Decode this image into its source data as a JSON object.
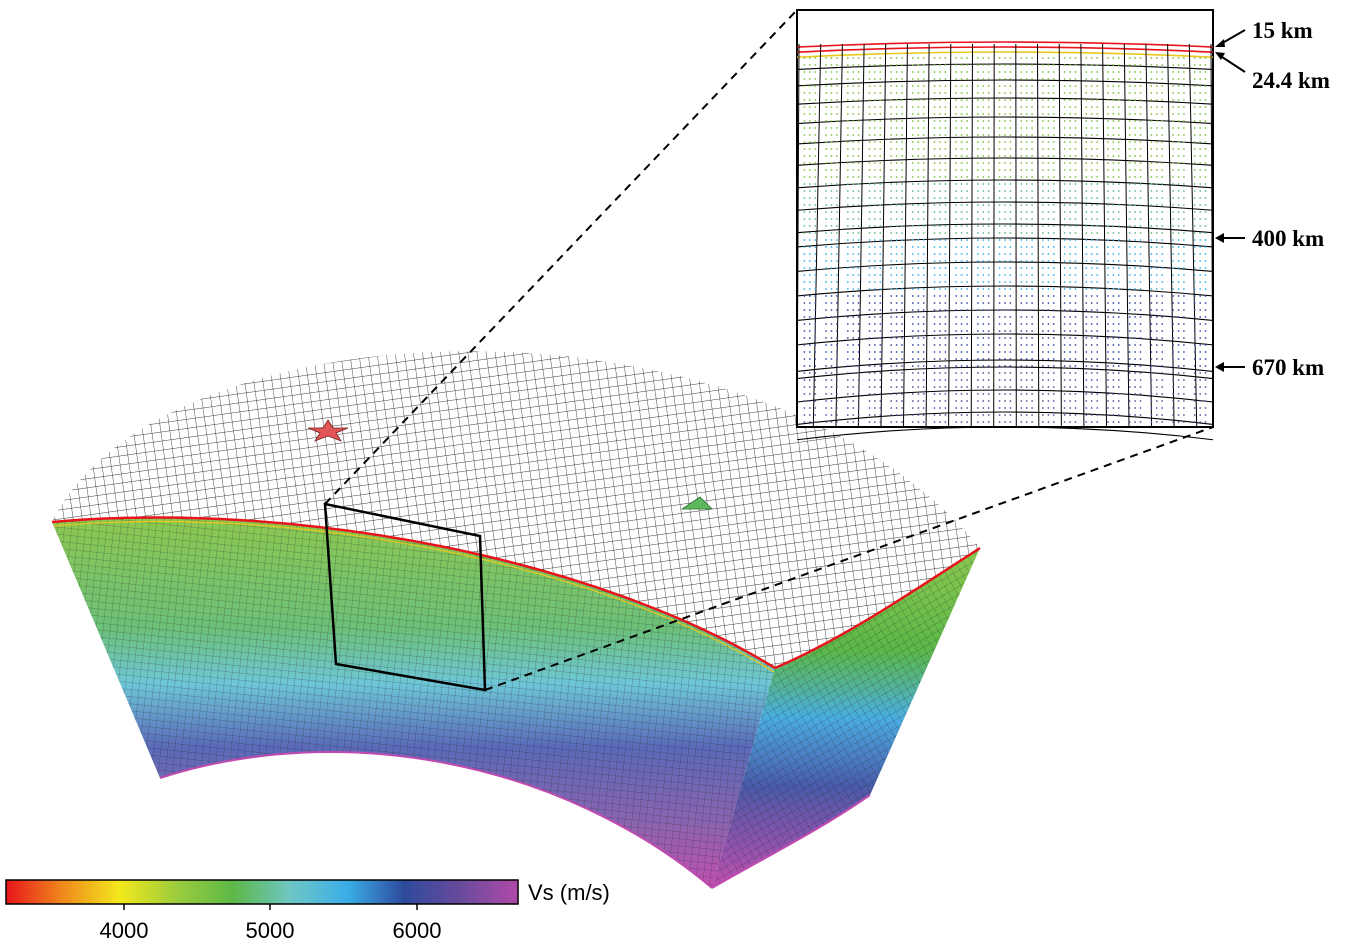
{
  "inset": {
    "depth_labels": [
      "15 km",
      "24.4 km",
      "400 km",
      "670 km"
    ]
  },
  "markers": {
    "source_icon": "star-icon",
    "receiver_icon": "triangle-icon",
    "source_color": "#e05555",
    "receiver_color": "#5cb85c"
  },
  "colorbar": {
    "title": "Vs (m/s)",
    "ticks": [
      "4000",
      "5000",
      "6000"
    ],
    "colors": [
      "#e8141c",
      "#f08a1c",
      "#f2e81c",
      "#9ccc3c",
      "#5cb848",
      "#6ec6c4",
      "#3aaee8",
      "#2e4a9c",
      "#6a4a9c",
      "#b04aa8"
    ]
  },
  "layer_colors": {
    "crust": "#e8141c",
    "moho": "#e8c81c",
    "upper_mantle": "#5cb848",
    "transition": "#3aaee8",
    "lower_mantle": "#2e3a8c",
    "base": "#c04ab0"
  }
}
